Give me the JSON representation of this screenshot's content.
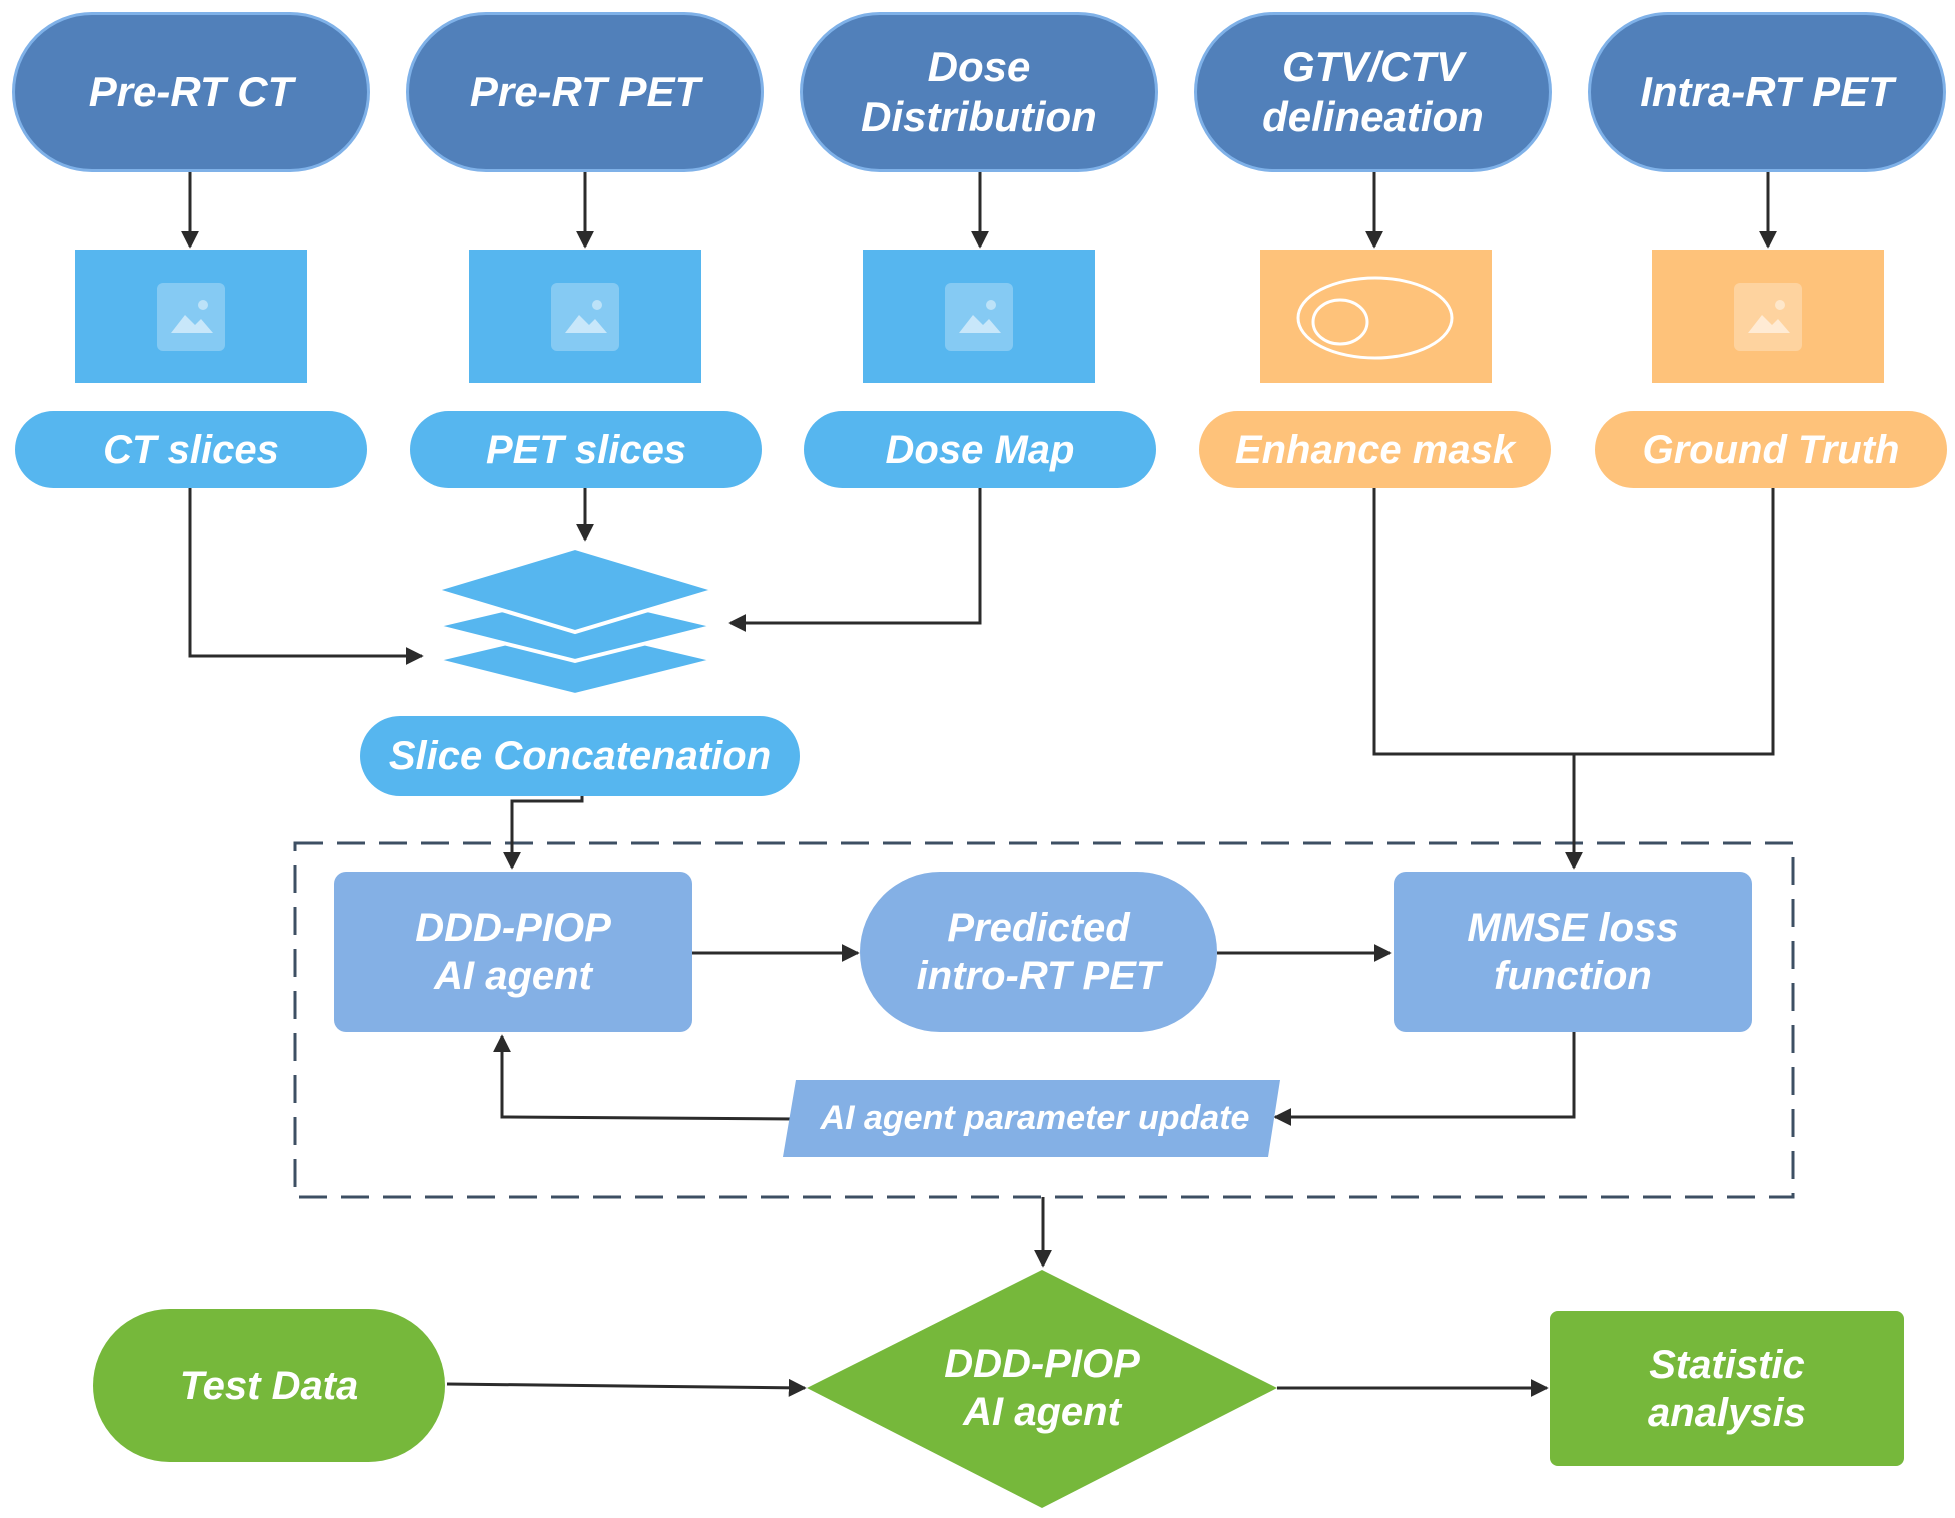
{
  "diagram": {
    "sources": [
      {
        "id": "pre-rt-ct",
        "label": "Pre-RT CT"
      },
      {
        "id": "pre-rt-pet",
        "label": "Pre-RT PET"
      },
      {
        "id": "dose-distribution",
        "label": "Dose\nDistribution"
      },
      {
        "id": "gtv-ctv-delineation",
        "label": "GTV/CTV\ndelineation"
      },
      {
        "id": "intra-rt-pet",
        "label": "Intra-RT PET"
      }
    ],
    "outputs": [
      {
        "id": "ct-slices",
        "label": "CT slices"
      },
      {
        "id": "pet-slices",
        "label": "PET slices"
      },
      {
        "id": "dose-map",
        "label": "Dose Map"
      },
      {
        "id": "enhance-mask",
        "label": "Enhance mask"
      },
      {
        "id": "ground-truth",
        "label": "Ground Truth"
      }
    ],
    "concat_label": "Slice Concatenation",
    "agent_label": "DDD-PIOP\nAI agent",
    "predicted_label": "Predicted\nintro-RT PET",
    "loss_label": "MMSE loss\nfunction",
    "update_label": "AI agent parameter update",
    "test_data_label": "Test Data",
    "final_agent_label": "DDD-PIOP\nAI agent",
    "statistic_label": "Statistic\nanalysis"
  },
  "colors": {
    "source_fill": "#5180ba",
    "image_blue": "#56b6ef",
    "image_orange": "#fec27a",
    "process_fill": "#84b0e5",
    "green": "#76b83b",
    "arrow": "#2b2b2b",
    "dash_border": "#3d4f63"
  },
  "icons": [
    "image-placeholder-icon",
    "ellipse-mask-icon",
    "layers-stack-icon"
  ]
}
